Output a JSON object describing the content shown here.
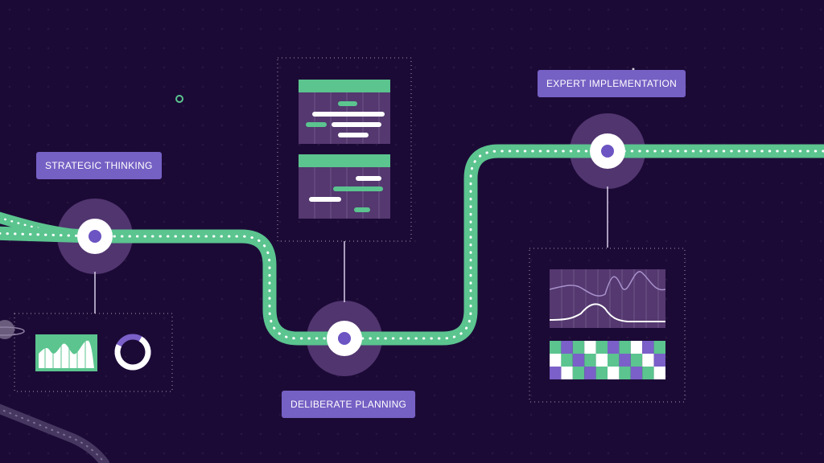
{
  "labels": {
    "strategic": "STRATEGIC THINKING",
    "planning": "DELIBERATE PLANNING",
    "implementation": "EXPERT IMPLEMENTATION"
  },
  "colors": {
    "background": "#1c0a36",
    "path": "#5bc48f",
    "label_bg": "#7560c4",
    "node_halo": "#51356f",
    "node_center": "#6c54c2",
    "panel": "#54386f",
    "bar_light": "#ffffff"
  }
}
